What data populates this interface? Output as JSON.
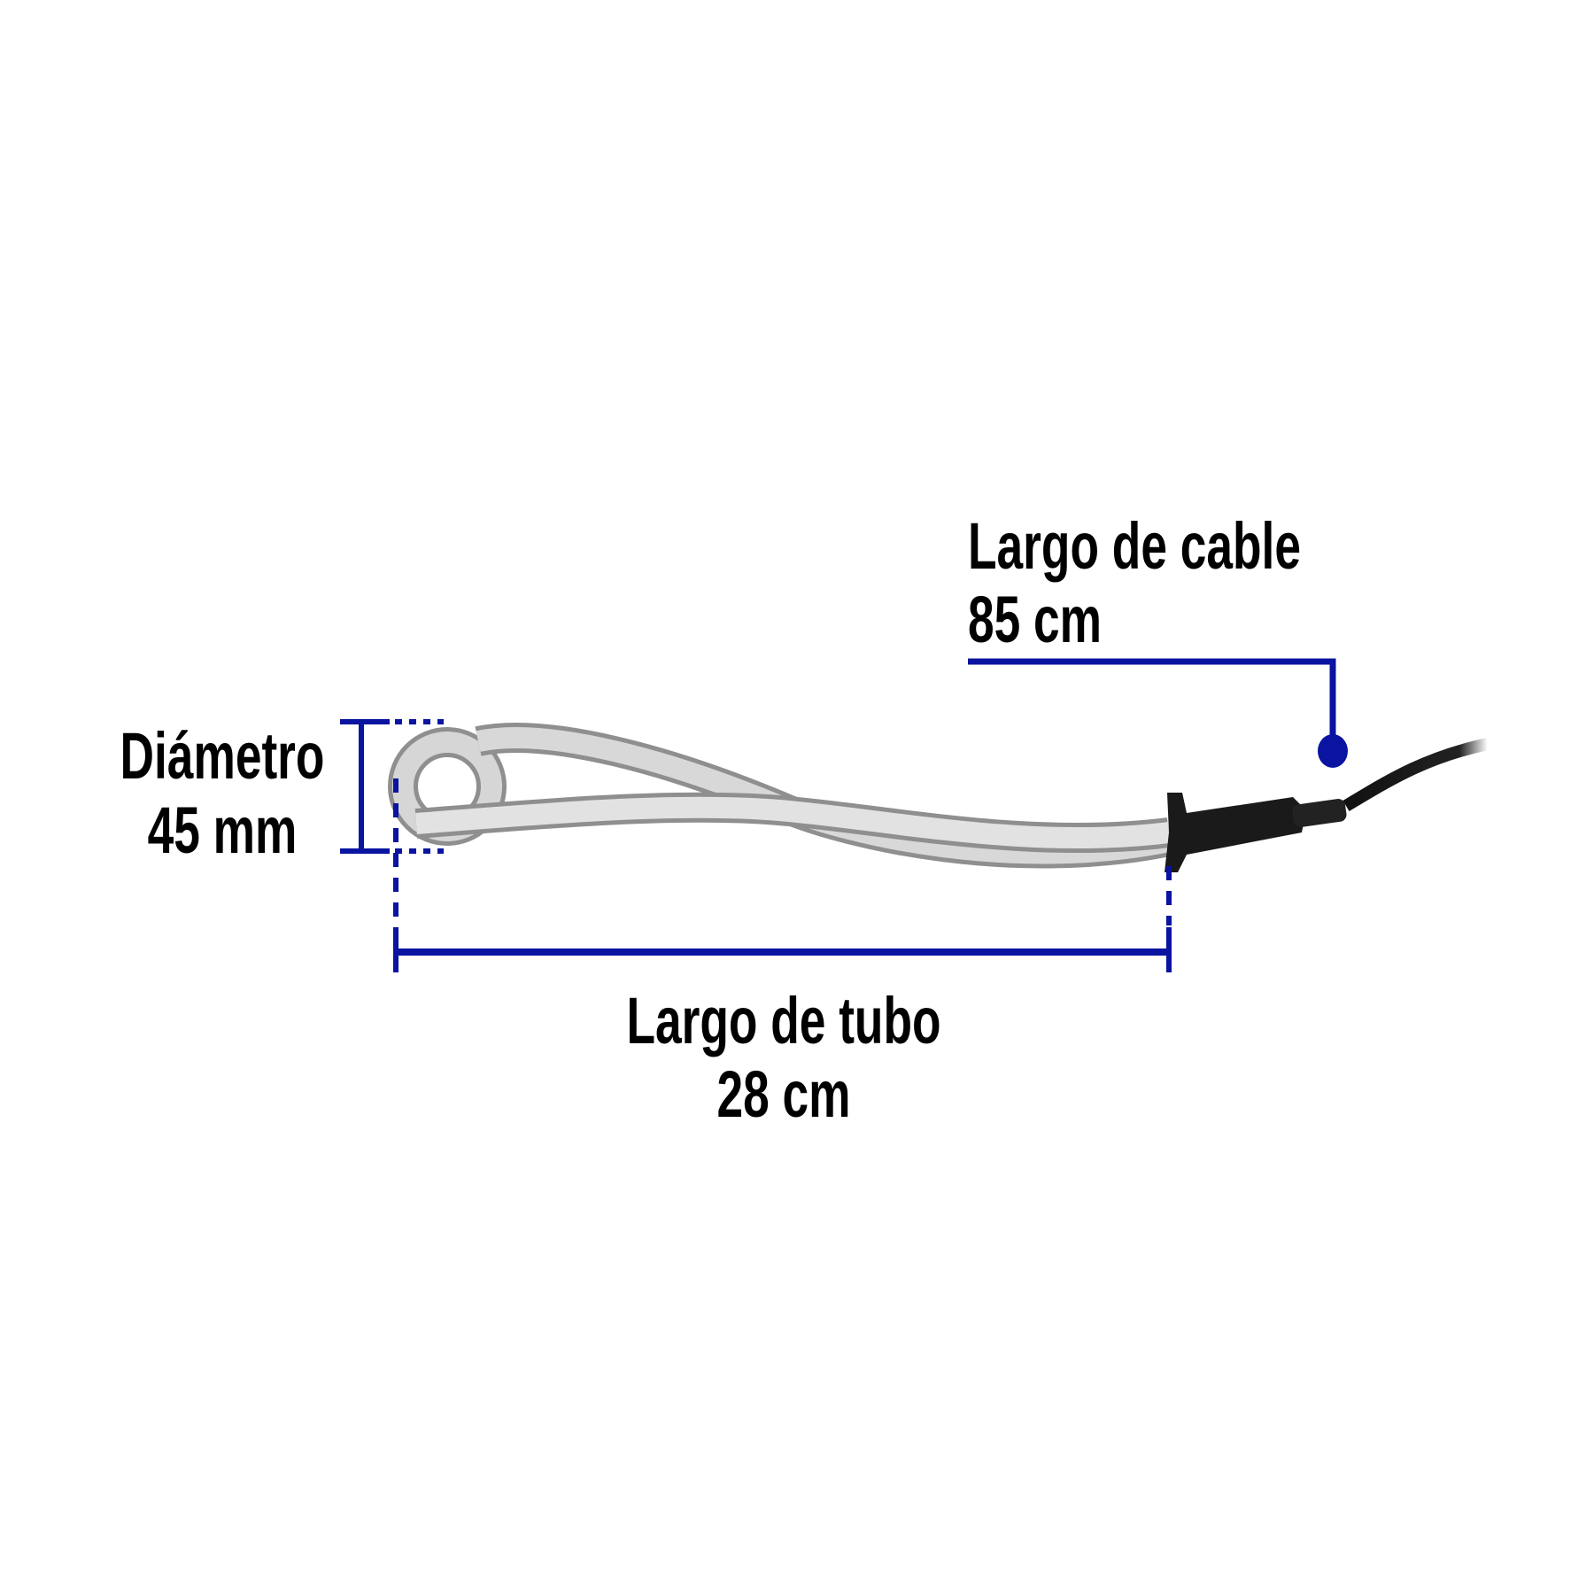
{
  "colors": {
    "dimension_line": "#0a14a0",
    "text": "#000000",
    "tube": "#c8c8c8",
    "plug": "#1a1a1a"
  },
  "labels": {
    "cable_title": "Largo de cable",
    "cable_value": "85 cm",
    "diameter_title": "Diámetro",
    "diameter_value": "45 mm",
    "tube_title": "Largo de tubo",
    "tube_value": "28 cm"
  }
}
